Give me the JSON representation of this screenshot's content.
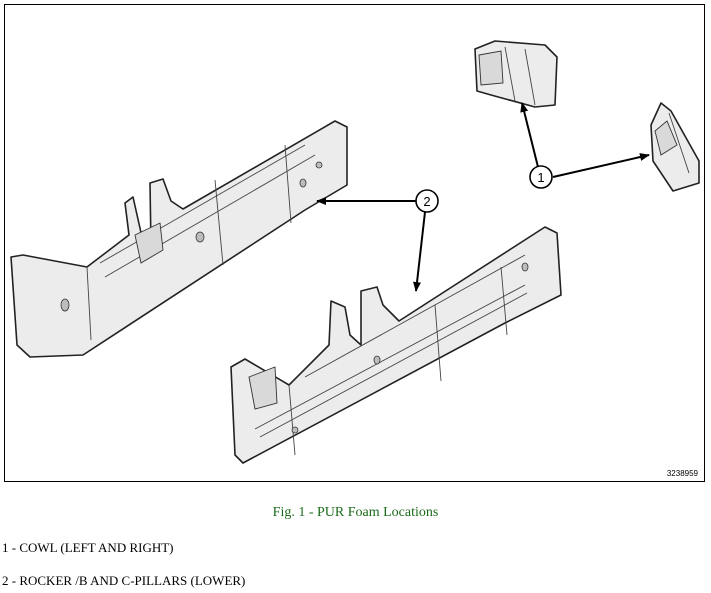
{
  "figure": {
    "callouts": [
      {
        "number": "1"
      },
      {
        "number": "2"
      }
    ],
    "figure_id": "3238959"
  },
  "caption": "Fig. 1 - PUR Foam Locations",
  "legend": [
    {
      "text": "1 - COWL (LEFT AND RIGHT)"
    },
    {
      "text": "2 - ROCKER /B AND C-PILLARS (LOWER)"
    }
  ],
  "colors": {
    "caption": "#1b6b1b",
    "part_fill": "#ececec",
    "outline": "#222222"
  }
}
